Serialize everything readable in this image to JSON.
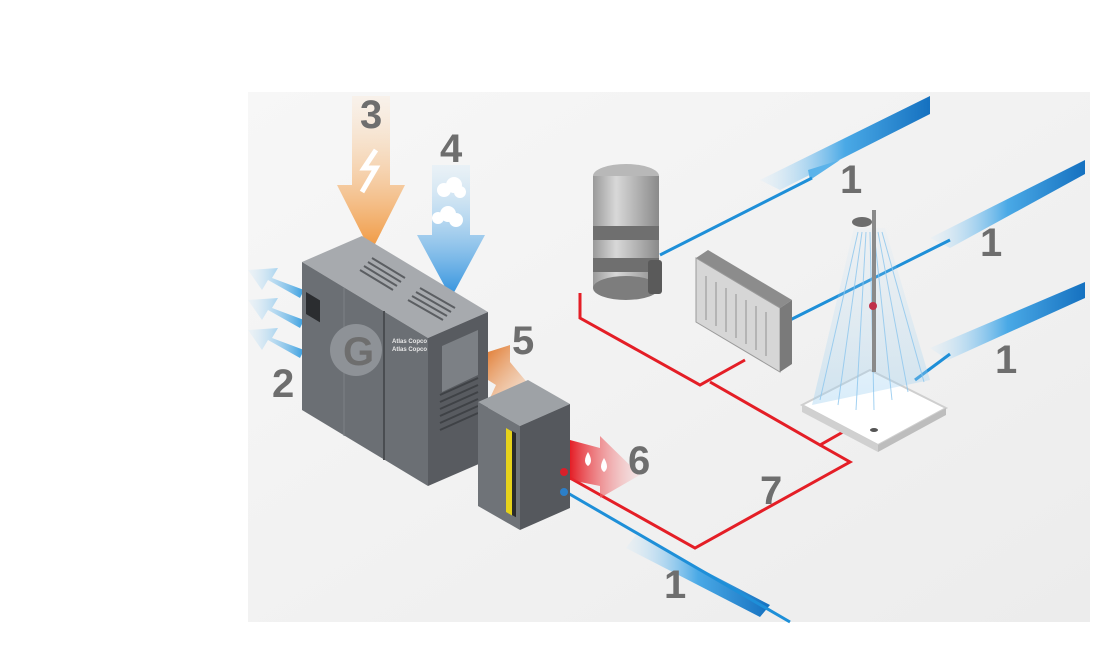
{
  "labels": {
    "water_in_1": "1",
    "water_in_2": "1",
    "water_in_3": "1",
    "water_in_4": "1",
    "air_out": "2",
    "electric_energy": "3",
    "air_in": "4",
    "heat_loss": "5",
    "hot_water": "6",
    "hot_water_circuit": "7"
  },
  "compressor": {
    "logo_letter": "G",
    "brand_line_1": "Atlas Copco",
    "brand_line_2": "Atlas Copco"
  },
  "colors": {
    "cold_water": "#1e8fd8",
    "hot_water": "#e41e26",
    "energy": "#f2a24a",
    "air": "#3a9fe0",
    "heat_loss": "#e07a30",
    "label": "#6e6e6e",
    "machine": "#6b6f74"
  }
}
